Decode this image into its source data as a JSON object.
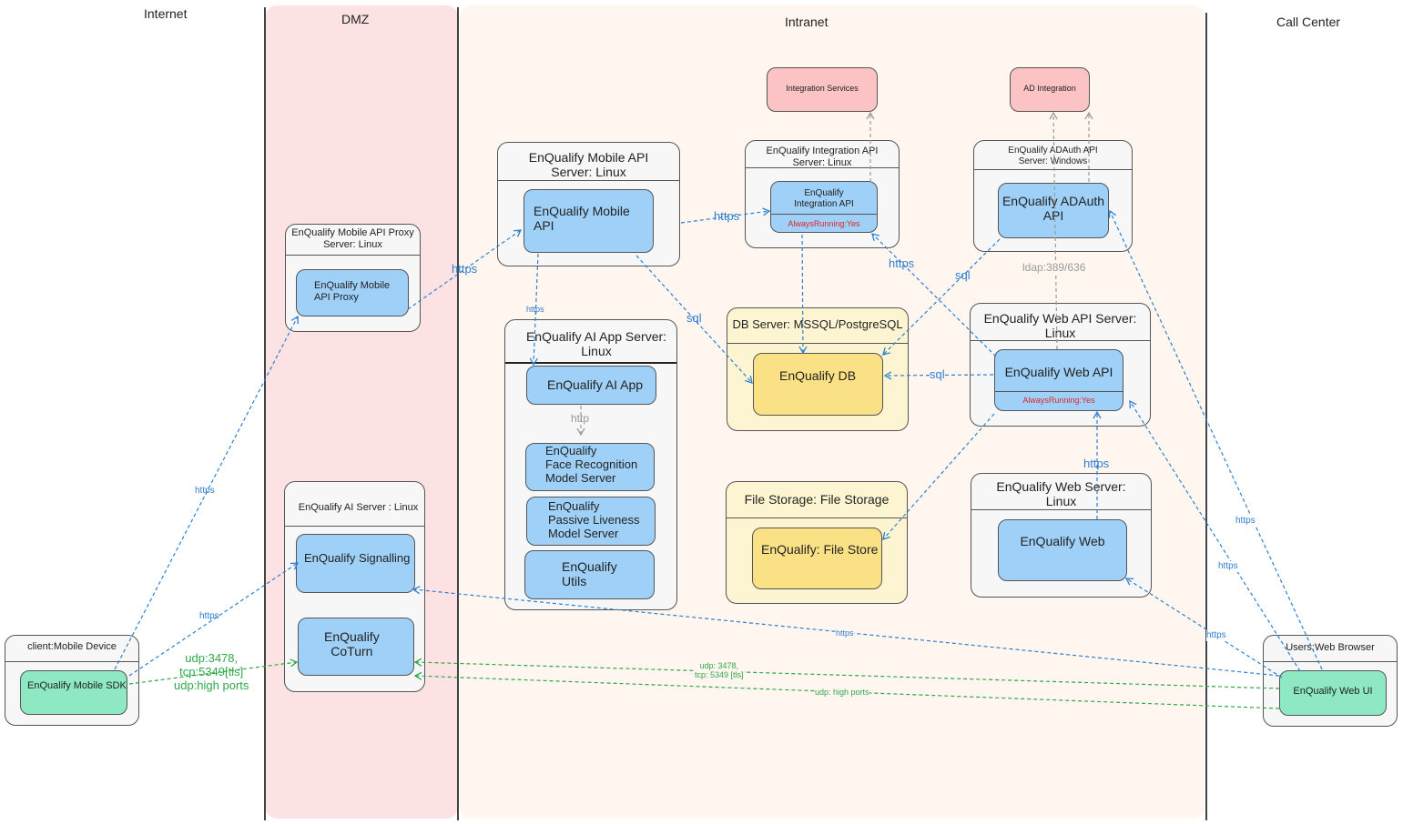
{
  "zones": {
    "internet": "Internet",
    "dmz": "DMZ",
    "intranet": "Intranet",
    "call_center": "Call Center"
  },
  "nodes": {
    "mobile_proxy_server": "EnQualify Mobile API Proxy\nServer: Linux",
    "ai_server": "EnQualify AI Server : Linux",
    "mobile_device": "client:Mobile Device",
    "mobile_api_server": "EnQualify Mobile API\nServer: Linux",
    "ai_app_server": "EnQualify AI App Server:\nLinux",
    "integration_api_server": "EnQualify Integration API\nServer: Linux",
    "db_server": "DB Server: MSSQL/PostgreSQL",
    "file_storage": "File Storage: File Storage",
    "adauth_server": "EnQualify ADAuth API\nServer: Windows",
    "web_api_server": "EnQualify Web API Server:\nLinux",
    "web_server": "EnQualify Web Server:\nLinux",
    "web_browser": "Users:Web Browser"
  },
  "components": {
    "mobile_api_proxy": "EnQualify Mobile\nAPI Proxy",
    "signalling": "EnQualify Signalling",
    "coturn": "EnQualify\nCoTurn",
    "mobile_sdk": "EnQualify Mobile SDK",
    "mobile_api": "EnQualify Mobile API",
    "ai_app": "EnQualify AI App",
    "face_recognition": "EnQualify\nFace Recognition\nModel Server",
    "passive_liveness": "EnQualify\nPassive Liveness\nModel Server",
    "utils": "EnQualify\nUtils",
    "integration_api": "EnQualify\nIntegration API",
    "integration_api_status": "AlwaysRunning:Yes",
    "integration_services": "Integration Services",
    "db": "EnQualify DB",
    "file_store": "EnQualify: File Store",
    "ad_integration": "AD Integration",
    "adauth_api": "EnQualify ADAuth\nAPI",
    "web_api": "EnQualify Web API",
    "web_api_status": "AlwaysRunning:Yes",
    "web": "EnQualify Web",
    "web_ui": "EnQualify Web UI"
  },
  "edge_labels": {
    "sdk_to_proxy": "https",
    "proxy_to_mobile_api": "https",
    "sdk_to_signalling": "https",
    "sdk_to_coturn": "udp:3478,\ntcp:5349[tls]\nudp:high ports",
    "mobile_api_to_integration": "https",
    "mobile_api_to_ai_app": "https",
    "mobile_api_to_db": "sql",
    "ai_app_to_face": "http",
    "web_api_to_integration": "https",
    "adauth_to_db": "sql",
    "adauth_to_ad": "ldap:389/636",
    "web_api_to_db": "sql",
    "web_to_web_api": "https",
    "webui_to_signalling": "https",
    "webui_to_coturn_1": "udp: 3478,\ntcp: 5349 [tls]",
    "webui_to_coturn_2": "udp: high ports",
    "webui_to_adauth": "https",
    "webui_to_web_api": "https",
    "webui_to_web": "https"
  },
  "colors": {
    "dmz_bg": "#fde2e3",
    "intranet_bg": "#fff6ef",
    "edge_blue": "#2f7fd0",
    "edge_green": "#2fa84a",
    "edge_gray": "#9a9a9a"
  }
}
